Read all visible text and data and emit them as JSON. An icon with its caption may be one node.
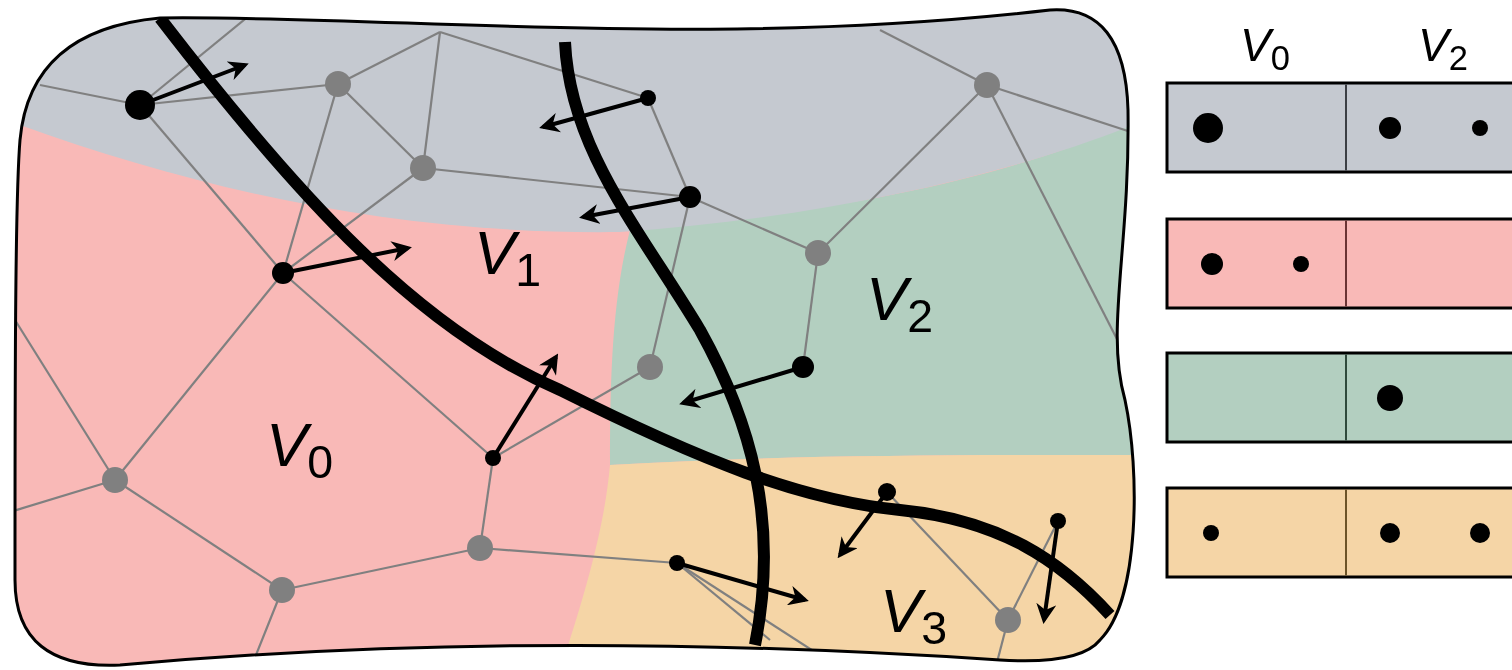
{
  "diagram": {
    "labels": [
      "*V*$_{0}$",
      "*V*$_{2}$",
      "*V*$_{1}$",
      "*V*$_{2}$",
      "*V*$_{0}$",
      "*V*$_{3}$"
    ]
  }
}
